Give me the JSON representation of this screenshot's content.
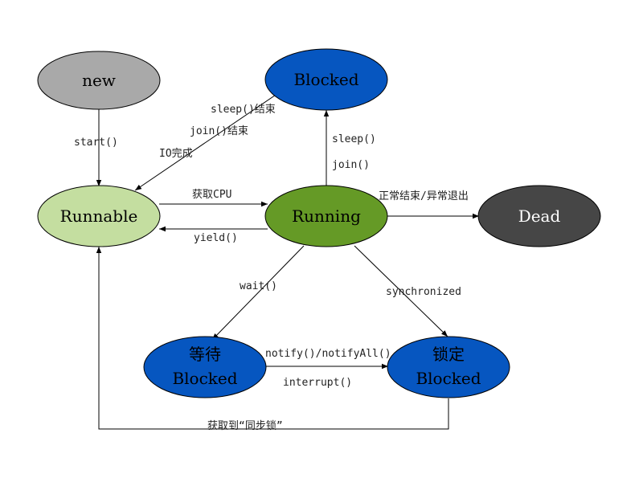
{
  "colors": {
    "new": "#a9a9a9",
    "blocked": "#0656c0",
    "runnable": "#c4dea0",
    "running": "#659a26",
    "dead": "#464646",
    "stroke": "#000000"
  },
  "nodes": {
    "new": {
      "label": "new"
    },
    "blocked_top": {
      "label": "Blocked"
    },
    "runnable": {
      "label": "Runnable"
    },
    "running": {
      "label": "Running"
    },
    "dead": {
      "label": "Dead"
    },
    "wait_blocked": {
      "line1": "等待",
      "line2": "Blocked"
    },
    "lock_blocked": {
      "line1": "锁定",
      "line2": "Blocked"
    }
  },
  "edges": {
    "start": "start()",
    "sleep_end": "sleep()结束",
    "join_end": "join()结束",
    "io_done": "IO完成",
    "sleep": "sleep()",
    "join": "join()",
    "get_cpu": "获取CPU",
    "yield": "yield()",
    "finish": "正常结束/异常退出",
    "wait": "wait()",
    "synchronized": "synchronized",
    "notify": "notify()/notifyAll()",
    "interrupt": "interrupt()",
    "get_lock": "获取到“同步锁”"
  }
}
